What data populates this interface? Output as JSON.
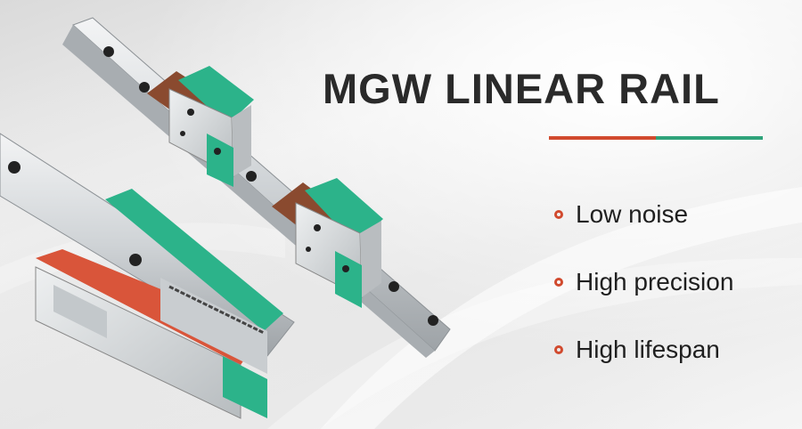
{
  "banner": {
    "headline": "MGW LINEAR RAIL",
    "features": [
      {
        "label": "Low noise"
      },
      {
        "label": "High precision"
      },
      {
        "label": "High lifespan"
      }
    ]
  },
  "colors": {
    "accent_red": "#d14a2e",
    "accent_green": "#2fa37a",
    "text_dark": "#2a2a2a",
    "rail_steel": "#cfd3d6",
    "block_green": "#2cb38a",
    "block_brown": "#8a4a2f"
  },
  "icons": {
    "bullet": "ring-bullet-icon"
  }
}
